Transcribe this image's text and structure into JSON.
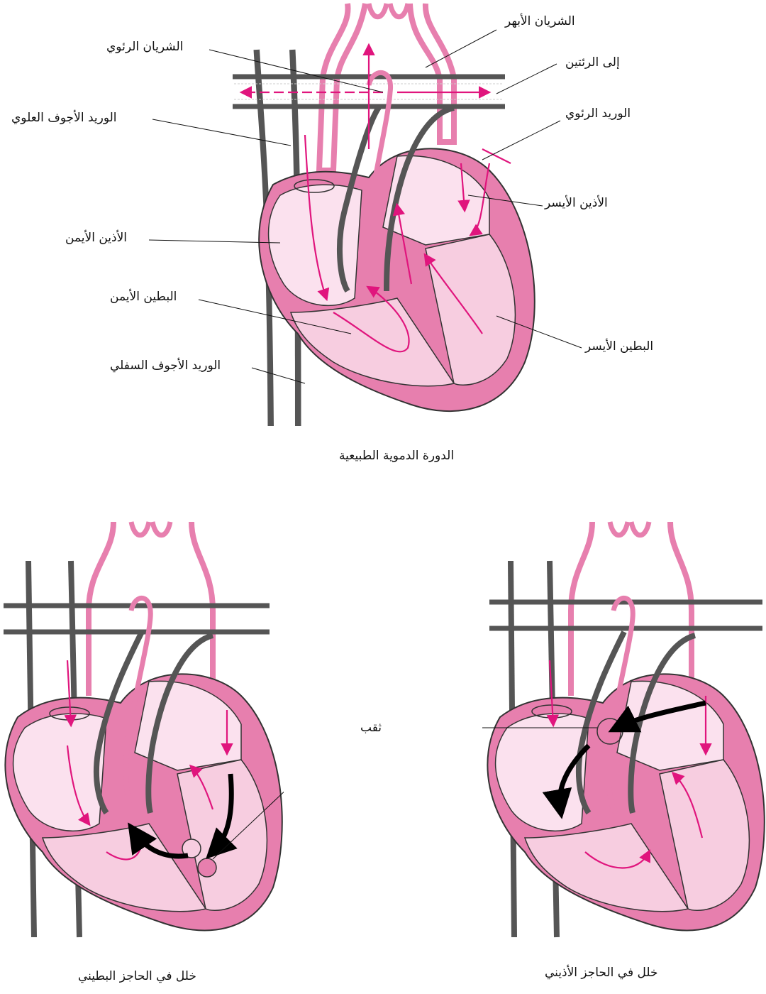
{
  "normal": {
    "caption": "الدورة الدموية الطبيعية",
    "labels": {
      "aorta": "الشريان الأبهر",
      "pulmonary_artery": "الشريان الرئوي",
      "to_lungs": "إلى الرئتين",
      "superior_vena_cava": "الوريد الأجوف العلوي",
      "pulmonary_vein": "الوريد الرئوي",
      "left_atrium": "الأذين الأيسر",
      "right_atrium": "الأذين الأيمن",
      "right_ventricle": "البطين الأيمن",
      "left_ventricle": "البطين الأيسر",
      "inferior_vena_cava": "الوريد الأجوف السفلي"
    }
  },
  "defects": {
    "hole_label": "ثقب",
    "vsd_caption": "خلل في الحاجز البطيني",
    "asd_caption": "خلل في الحاجز الأذيني"
  },
  "colors": {
    "heart_wall": "#e77fae",
    "heart_fill": "#fbe1ee",
    "chamber_fill": "#f7cde0",
    "vessel_gray": "#555555",
    "flow_arrow": "#e0157d",
    "defect_arrow": "#000000"
  }
}
